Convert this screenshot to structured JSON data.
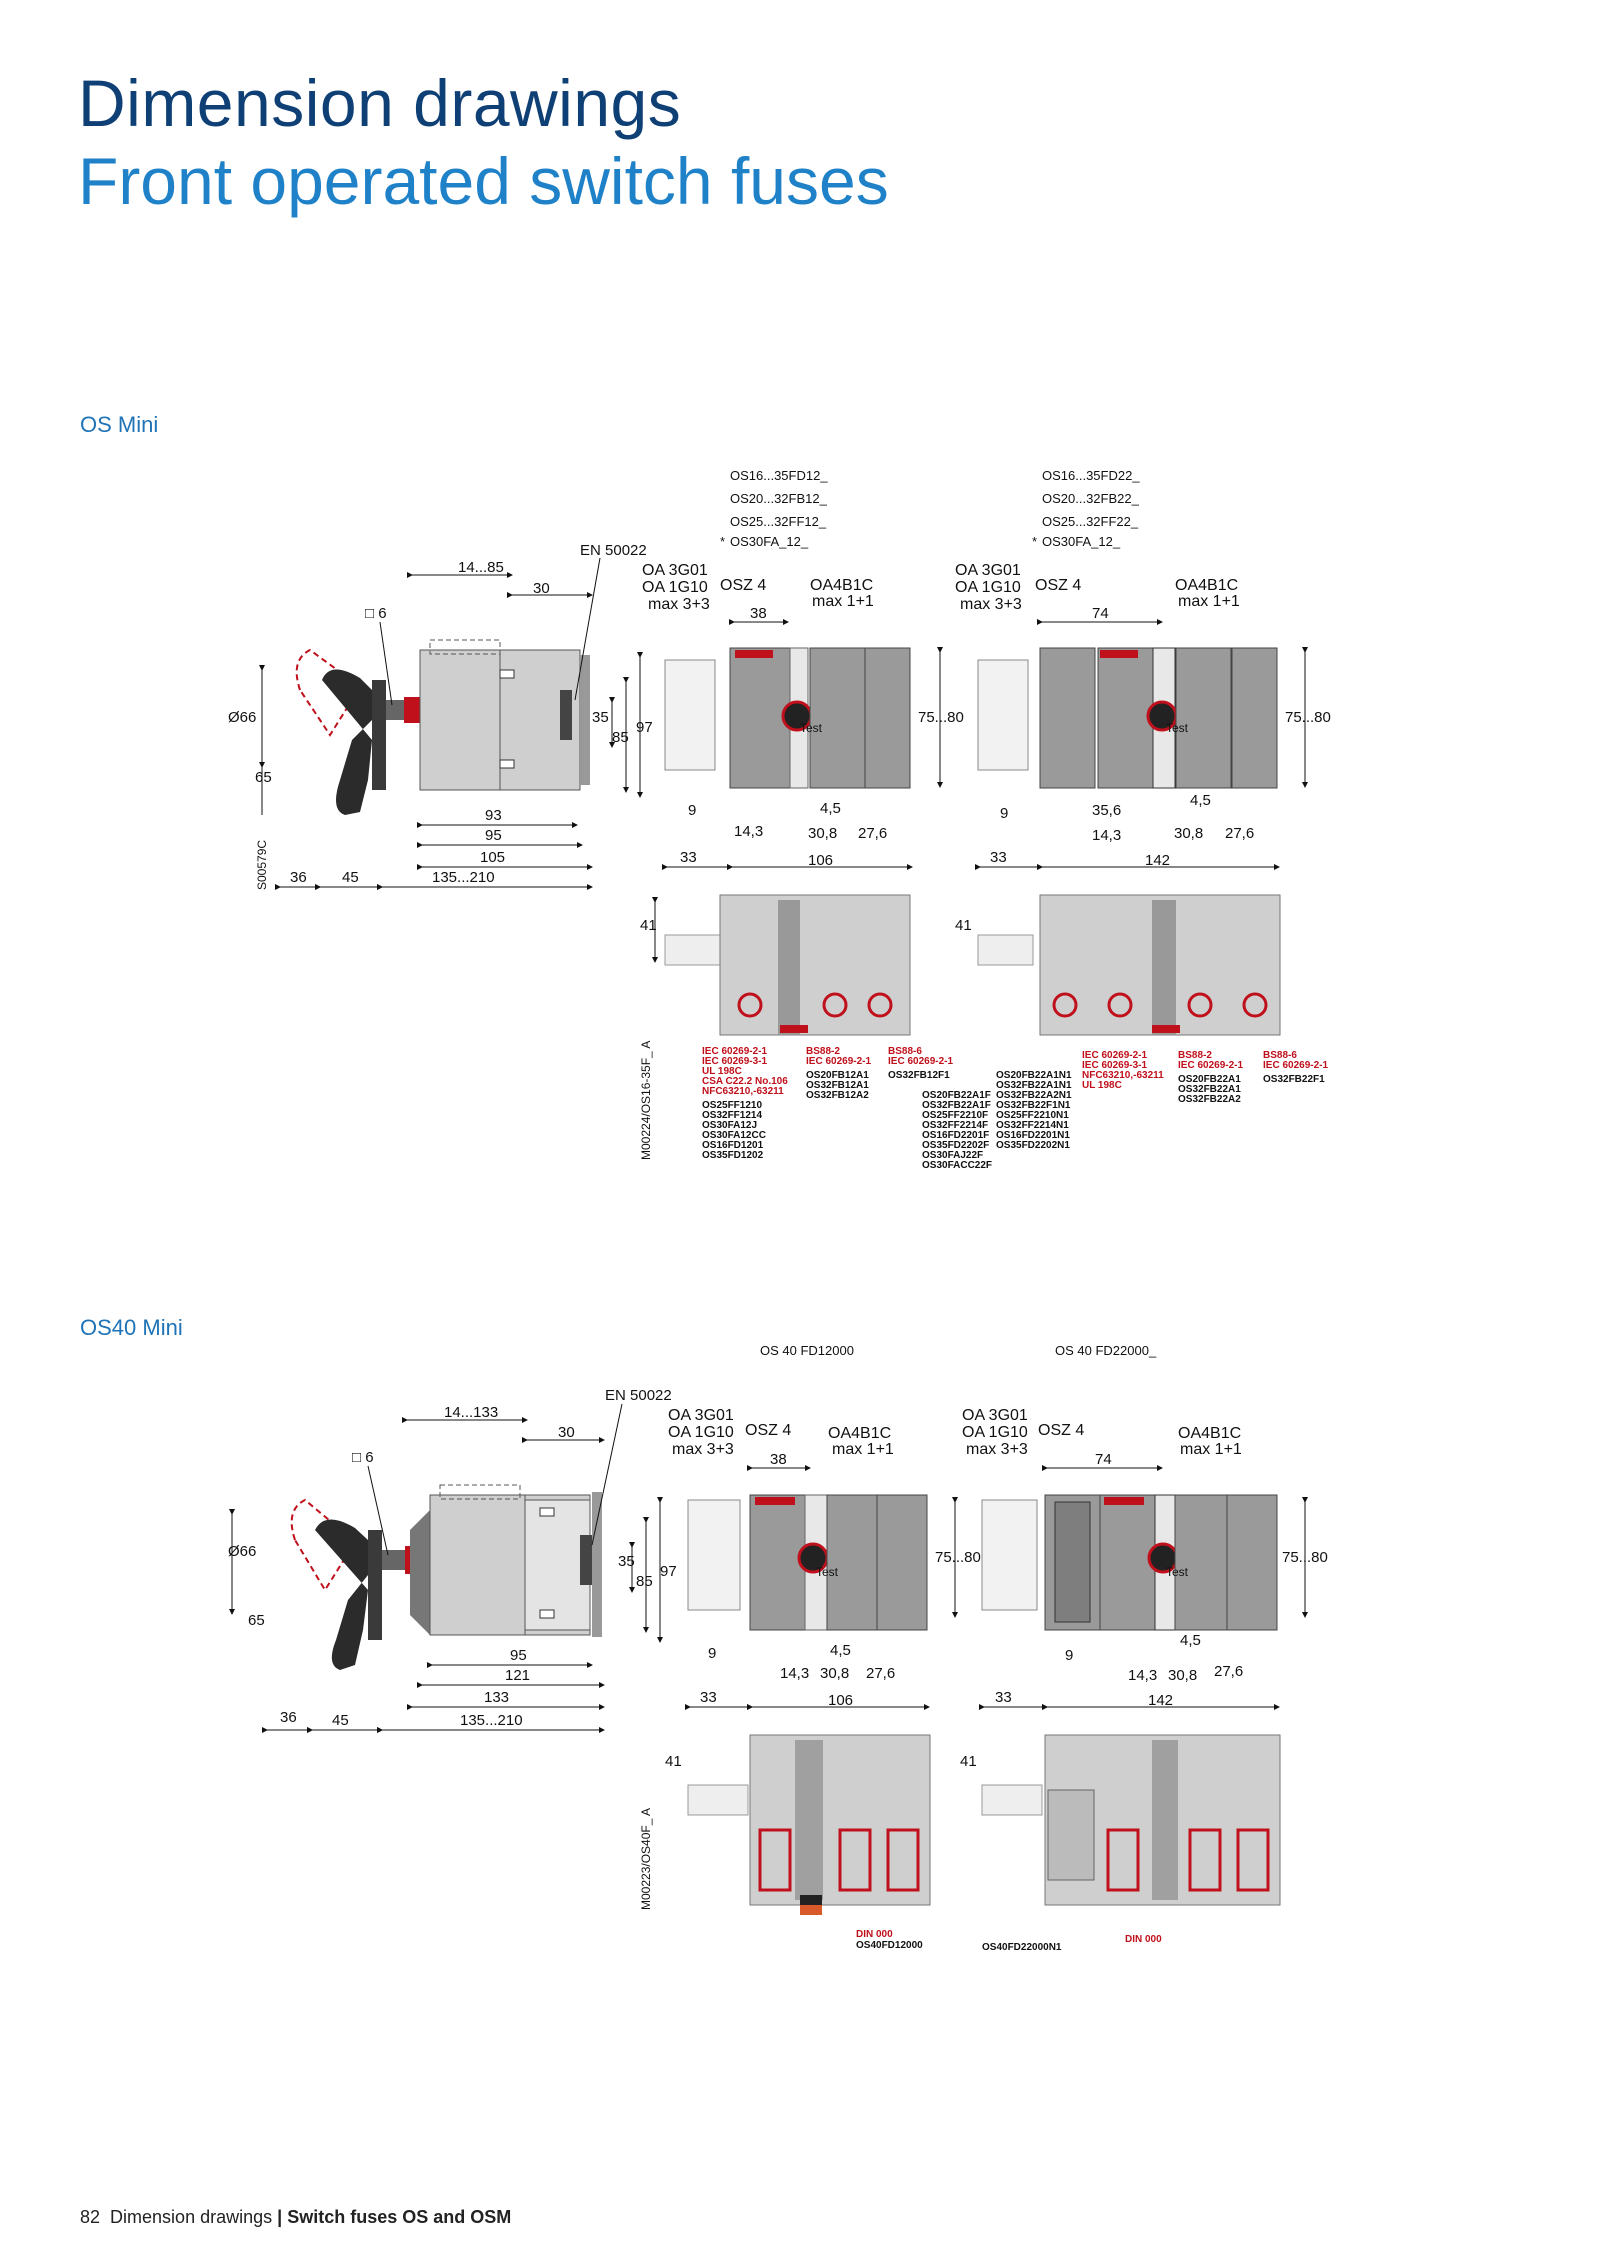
{
  "title": {
    "line1": "Dimension drawings",
    "line2": "Front operated switch fuses"
  },
  "sections": {
    "os_mini": "OS Mini",
    "os40_mini": "OS40 Mini"
  },
  "footer": {
    "page": "82",
    "left": "Dimension drawings",
    "sep": "|",
    "right": "Switch fuses OS and OSM"
  },
  "osmini": {
    "left_codes": [
      "OS16...35FD12_",
      "OS20...32FB12_",
      "OS25...32FF12_",
      "OS30FA_12_"
    ],
    "right_codes": [
      "OS16...35FD22_",
      "OS20...32FB22_",
      "OS25...32FF22_",
      "OS30FA_12_"
    ],
    "star": "*",
    "side": {
      "en": "EN 50022",
      "d1": "14...85",
      "d2": "30",
      "sq": "□ 6",
      "dia": "Ø66",
      "h65": "65",
      "h35": "35",
      "h85": "85",
      "h97": "97",
      "w93": "93",
      "w95": "95",
      "w105": "105",
      "w135": "135...210",
      "w36": "36",
      "w45": "45",
      "ref": "S00579C"
    },
    "front": {
      "oa1": "OA 3G01",
      "oa2": "OA 1G10",
      "oa3": "max 3+3",
      "osz": "OSZ 4",
      "oab": "OA4B1C",
      "oab2": "max 1+1",
      "w38": "38",
      "w74": "74",
      "h75": "75...80",
      "d9": "9",
      "d45": "4,5",
      "d143": "14,3",
      "d308": "30,8",
      "d276": "27,6",
      "d356": "35,6",
      "d33": "33",
      "w106": "106",
      "w142": "142",
      "d41": "41",
      "test": "Test"
    },
    "ref_vert": "M00224/OS16-35F_ A",
    "left_std1": [
      "IEC 60269-2-1",
      "IEC 60269-3-1",
      "UL 198C",
      "CSA C22.2 No.106",
      "NFC63210,-63211"
    ],
    "left_std2": [
      "BS88-2",
      "IEC 60269-2-1"
    ],
    "left_std3": [
      "BS88-6",
      "IEC 60269-2-1"
    ],
    "left_parts1": [
      "OS25FF1210",
      "OS32FF1214",
      "OS30FA12J",
      "OS30FA12CC",
      "OS16FD1201",
      "OS35FD1202"
    ],
    "left_parts2": [
      "OS20FB12A1",
      "OS32FB12A1",
      "OS32FB12A2"
    ],
    "left_parts3": [
      "OS32FB12F1"
    ],
    "mid_parts": [
      "OS20FB22A1F",
      "OS32FB22A1F",
      "OS25FF2210F",
      "OS32FF2214F",
      "OS16FD2201F",
      "OS35FD2202F",
      "OS30FAJ22F",
      "OS30FACC22F"
    ],
    "mid_parts2": [
      "OS20FB22A1N1",
      "OS32FB22A1N1",
      "OS32FB22A2N1",
      "OS32FB22F1N1",
      "OS25FF2210N1",
      "OS32FF2214N1",
      "OS16FD2201N1",
      "OS35FD2202N1"
    ],
    "right_std1": [
      "IEC 60269-2-1",
      "IEC 60269-3-1",
      "NFC63210,-63211",
      "UL 198C"
    ],
    "right_std2": [
      "BS88-2",
      "IEC 60269-2-1"
    ],
    "right_std3": [
      "BS88-6",
      "IEC 60269-2-1"
    ],
    "right_parts2": [
      "OS20FB22A1",
      "OS32FB22A1",
      "OS32FB22A2"
    ],
    "right_parts3": [
      "OS32FB22F1"
    ]
  },
  "os40": {
    "left_code": "OS 40 FD12000",
    "right_code": "OS 40 FD22000_",
    "side": {
      "en": "EN 50022",
      "d1": "14...133",
      "d2": "30",
      "sq": "□ 6",
      "dia": "Ø66",
      "h65": "65",
      "h35": "35",
      "h85": "85",
      "h97": "97",
      "w95": "95",
      "w121": "121",
      "w133": "133",
      "w135": "135...210",
      "w36": "36",
      "w45": "45"
    },
    "ref_vert": "M00223/OS40F_ A",
    "din_left": "DIN 000",
    "part_left": "OS40FD12000",
    "part_right": "OS40FD22000N1",
    "din_right": "DIN 000"
  }
}
